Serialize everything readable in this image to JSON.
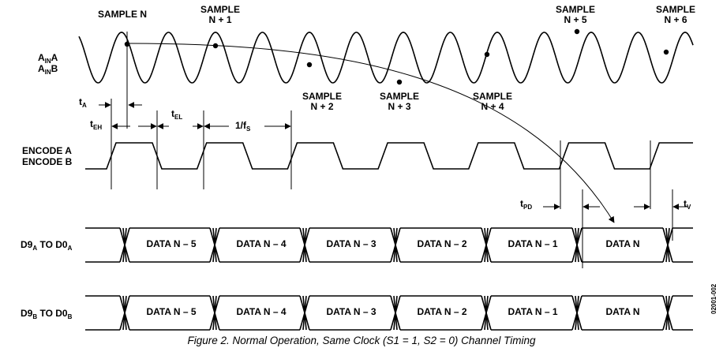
{
  "diagram": {
    "sample_labels": [
      {
        "l1": "SAMPLE N",
        "l2": ""
      },
      {
        "l1": "SAMPLE",
        "l2": "N + 1"
      },
      {
        "l1": "SAMPLE",
        "l2": "N + 2"
      },
      {
        "l1": "SAMPLE",
        "l2": "N + 3"
      },
      {
        "l1": "SAMPLE",
        "l2": "N + 4"
      },
      {
        "l1": "SAMPLE",
        "l2": "N + 5"
      },
      {
        "l1": "SAMPLE",
        "l2": "N + 6"
      }
    ],
    "analog_signal": {
      "line1_main": "A",
      "line1_sub": "IN",
      "line1_tail": "A",
      "line2_main": "A",
      "line2_sub": "IN",
      "line2_tail": "B"
    },
    "encode_label": {
      "line1": "ENCODE A",
      "line2": "ENCODE B"
    },
    "timing": {
      "ta": {
        "main": "t",
        "sub": "A"
      },
      "teh": {
        "main": "t",
        "sub": "EH"
      },
      "tel": {
        "main": "t",
        "sub": "EL"
      },
      "fs": {
        "main": "1/f",
        "sub": "S"
      },
      "tpd": {
        "main": "t",
        "sub": "PD"
      },
      "tv": {
        "main": "t",
        "sub": "V"
      }
    },
    "bus_a_label": {
      "p1": "D9",
      "s1": "A",
      "p2": " TO D0",
      "s2": "A"
    },
    "bus_b_label": {
      "p1": "D9",
      "s1": "B",
      "p2": " TO D0",
      "s2": "B"
    },
    "data_cells": [
      "DATA N – 5",
      "DATA N – 4",
      "DATA N – 3",
      "DATA N – 2",
      "DATA N – 1",
      "DATA N"
    ],
    "figure_id": "02001-002"
  },
  "caption": "Figure 2. Normal Operation, Same Clock (S1 = 1, S2 = 0) Channel Timing"
}
